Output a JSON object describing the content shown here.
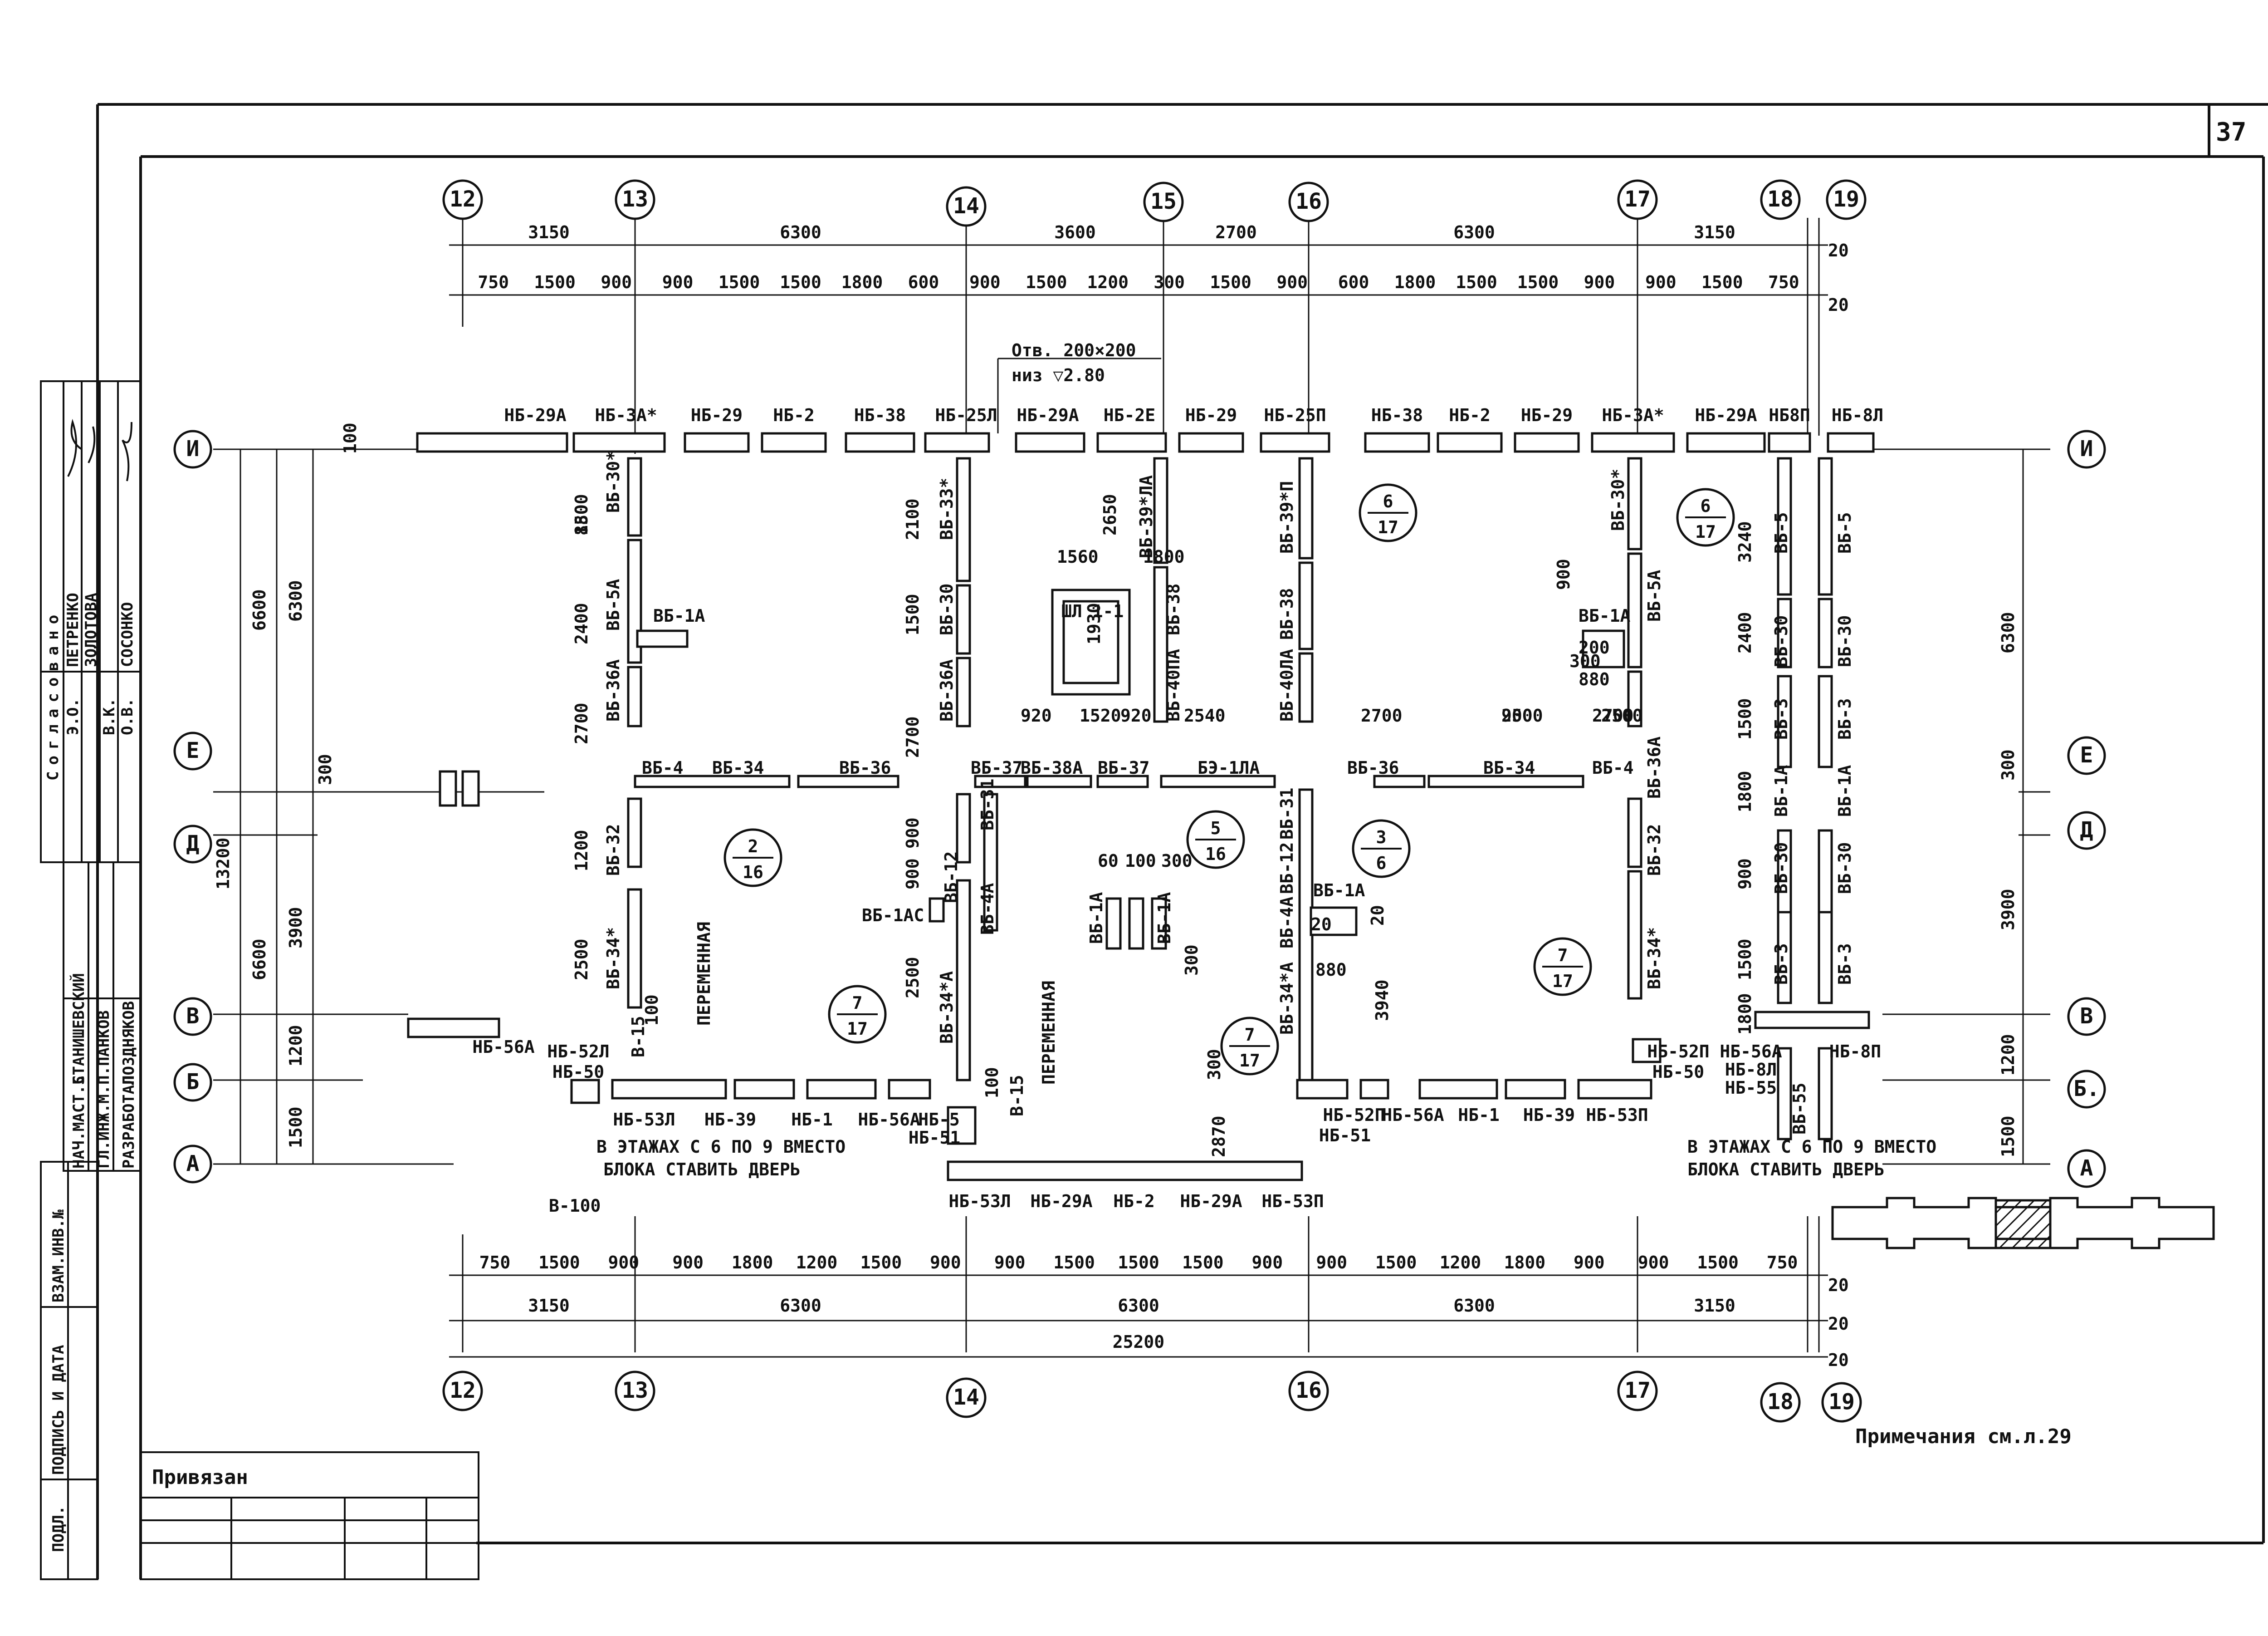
{
  "sheet_number": "37",
  "axes_top": [
    "12",
    "13",
    "14",
    "15",
    "16",
    "17",
    "18",
    "19"
  ],
  "axes_bottom": [
    "12",
    "13",
    "14",
    "16",
    "17",
    "18",
    "19"
  ],
  "axes_rows_left": [
    "И",
    "Е",
    "Д",
    "В",
    "Б",
    "А"
  ],
  "axes_rows_right": [
    "И",
    "Е",
    "Д",
    "В",
    "Б.",
    "А"
  ],
  "top_dims_main": [
    "3150",
    "6300",
    "3600",
    "2700",
    "6300",
    "3150"
  ],
  "top_dims_detail": [
    "750",
    "1500",
    "900",
    "900",
    "1500",
    "1500",
    "1800",
    "600",
    "900",
    "1500",
    "1200",
    "300",
    "1500",
    "900",
    "600",
    "1800",
    "1500",
    "1500",
    "900",
    "900",
    "1500",
    "750"
  ],
  "top_dims_small": [
    "20",
    "20"
  ],
  "bottom_dims_detail": [
    "750",
    "1500",
    "900",
    "900",
    "1800",
    "1200",
    "1500",
    "900",
    "900",
    "1500",
    "1500",
    "1500",
    "900",
    "900",
    "1500",
    "1200",
    "1800",
    "900",
    "900",
    "1500",
    "750"
  ],
  "bottom_dims_main": [
    "3150",
    "6300",
    "6300",
    "6300",
    "3150"
  ],
  "bottom_dim_total": "25200",
  "bottom_dims_small": [
    "20",
    "20",
    "20"
  ],
  "left_dims": {
    "d6600a": "6600",
    "d6300": "6300",
    "d300": "300",
    "d13200": "13200",
    "d6600b": "6600",
    "d3900": "3900",
    "d1200": "1200",
    "d1500": "1500",
    "d100": "100"
  },
  "right_dims": {
    "d6300": "6300",
    "d300": "300",
    "d3900": "3900",
    "d1200": "1200",
    "d1500": "1500"
  },
  "opening_note": {
    "line1": "Отв. 200×200",
    "line2": "низ ▽2.80"
  },
  "top_panels": [
    "НБ-29А",
    "НБ-3А*",
    "НБ-29",
    "НБ-2",
    "НБ-38",
    "НБ-25Л",
    "НБ-29А",
    "НБ-2Е",
    "НБ-29",
    "НБ-25П",
    "НБ-38",
    "НБ-2",
    "НБ-29",
    "НБ-3А*",
    "НБ-29А",
    "НБ8П",
    "НБ-8Л"
  ],
  "bottom_panels": [
    "НБ-56А",
    "НБ-52Л",
    "НБ-50",
    "НБ-53Л",
    "НБ-39",
    "НБ-1",
    "НБ-56А",
    "НБ-5",
    "НБ-51",
    "НБ-53Л",
    "НБ-29А",
    "НБ-2",
    "НБ-29А",
    "НБ-53П",
    "НБ-52П",
    "НБ-56А",
    "НБ-51",
    "НБ-1",
    "НБ-39",
    "НБ-53П",
    "НБ-52П",
    "НБ-50",
    "НБ-56А",
    "НБ-8П",
    "НБ-8Л",
    "НБ-55"
  ],
  "inner_panels": [
    "ВБ-30*",
    "ВБ-5А",
    "ВБ-36А",
    "ВБ-32",
    "ВБ-34*",
    "ВБ-4",
    "ВБ-34",
    "ВБ-36",
    "ВБ-1А",
    "ВБ-33*",
    "ВБ-30",
    "ВБ-36А",
    "ВБ-39*ЛА",
    "ВБ-38",
    "ВБ-40ПА",
    "ШЛ 1-1",
    "ВБ-37",
    "ВБ-38А",
    "ВБ-37",
    "БЭ-1ЛА",
    "ВБ-31",
    "ВБ-12",
    "ВБ-4А",
    "ВБ-34*А",
    "ВБ-1АС",
    "ВБ-1А",
    "ВБ-1А",
    "ВБ-39*П",
    "ВБ-38",
    "ВБ-40ЛА",
    "ВБ-31",
    "ВБ-12",
    "ВБ-4А",
    "ВБ-34*А",
    "ВБ-1А",
    "ВБ-36",
    "ВБ-34",
    "ВБ-4",
    "ВБ-30*",
    "ВБ-5А",
    "ВБ-36А",
    "ВБ-32",
    "ВБ-34*",
    "ВБ-1А",
    "ВБ-5",
    "ВБ-30",
    "ВБ-3",
    "ВБ-1А",
    "ВБ-30",
    "ВБ-3",
    "ВБ-5",
    "ВБ-30",
    "ВБ-3",
    "ВБ-1А",
    "ВБ-30",
    "ВБ-3",
    "ВБ-55"
  ],
  "inner_dims": [
    "1500",
    "2400",
    "2700",
    "1200",
    "2500",
    "2100",
    "1500",
    "2700",
    "900",
    "900",
    "2500",
    "2650",
    "1800",
    "1560",
    "1930",
    "1520",
    "920",
    "920",
    "2540",
    "2700",
    "900",
    "2500",
    "2700",
    "2500",
    "900",
    "3240",
    "2400",
    "1500",
    "1800",
    "900",
    "1500",
    "1800",
    "200",
    "300",
    "880",
    "20",
    "880",
    "20",
    "300",
    "3940",
    "2870",
    "100",
    "100",
    "100",
    "60",
    "300",
    "300",
    "880"
  ],
  "callouts": [
    {
      "num": "2",
      "den": "16"
    },
    {
      "num": "5",
      "den": "16"
    },
    {
      "num": "3",
      "den": "6"
    },
    {
      "num": "6",
      "den": "17"
    },
    {
      "num": "6",
      "den": "17"
    },
    {
      "num": "7",
      "den": "17"
    },
    {
      "num": "7",
      "den": "17"
    },
    {
      "num": "7",
      "den": "17"
    }
  ],
  "notes": {
    "variable_1": "ПЕРЕМЕННАЯ",
    "variable_2": "ПЕРЕМЕННАЯ",
    "b15a": "В-15",
    "b15b": "В-15",
    "door_left_1": "В ЭТАЖАХ С 6 ПО 9 ВМЕСТО",
    "door_left_2": "БЛОКА СТАВИТЬ ДВЕРЬ",
    "door_right_1": "В ЭТАЖАХ С 6 ПО 9 ВМЕСТО",
    "door_right_2": "БЛОКА СТАВИТЬ ДВЕРЬ",
    "b100": "В-100",
    "remarks": "Примечания  см.л.29"
  },
  "approval_stamp": {
    "title": "Согласовано",
    "rows": [
      {
        "role": "Э.О.",
        "name": "ПЕТРЕНКО"
      },
      {
        "role": "",
        "name": "ЗОЛОТОВА"
      },
      {
        "role": "В.К.",
        "name": ""
      },
      {
        "role": "О.В.",
        "name": "СОСОНКО"
      }
    ]
  },
  "author_stamp": {
    "rows": [
      {
        "role": "НАЧ.МАСТ.5",
        "name": "СТАНИШЕВСКИЙ"
      },
      {
        "role": "ГЛ.ИНЖ.М.",
        "name": "П.ПАНКОВ"
      },
      {
        "role": "РАЗРАБОТАЛ",
        "name": "ПОЗДНЯКОВ"
      }
    ]
  },
  "side_strip": [
    "ВЗАМ.ИНВ.№",
    "ПОДПИСЬ И ДАТА",
    "ПОДЛ."
  ],
  "bottom_block_label": "Привязан"
}
